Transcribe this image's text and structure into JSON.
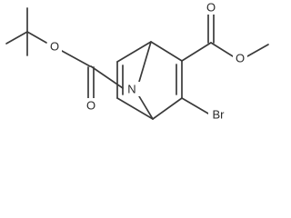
{
  "atoms": {
    "ester_o_tbu": "O",
    "carbonyl_o_boc": "O",
    "nitrogen": "N",
    "carbonyl_o_methyl_ester": "O",
    "ester_o_methyl": "O",
    "bromine": "Br"
  }
}
